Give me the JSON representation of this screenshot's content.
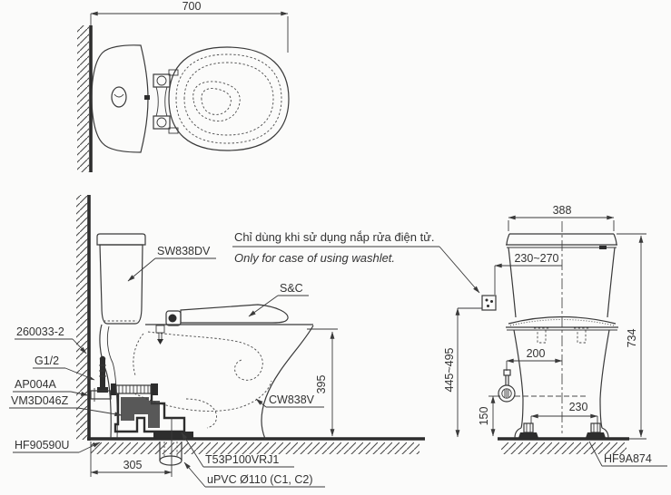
{
  "colors": {
    "line": "#3a3a3a",
    "dark_fill": "#2d2d2d",
    "background": "#fbfbfa",
    "text": "#333333"
  },
  "top_view": {
    "width_dim": "700"
  },
  "side_view": {
    "tank_label": "SW838DV",
    "wall_supply_label": "260033-2",
    "thread_label": "G1/2",
    "stop_valve_label": "AP004A",
    "gasket_label": "VM3D046Z",
    "floor_seal_label": "HF90590U",
    "seat_label": "S&C",
    "bowl_label": "CW838V",
    "outlet_socket_label": "T53P100VRJ1",
    "drain_pipe_label": "uPVC Ø110 (C1, C2)",
    "rough_in_dim": "305",
    "rim_height_dim": "395"
  },
  "front_view": {
    "tank_width_dim": "388",
    "outlet_offset_dim": "230~270",
    "total_height_dim": "734",
    "outlet_height_dim": "445~495",
    "supply_offset_dim": "200",
    "supply_height_dim": "150",
    "bolt_spacing_dim": "230",
    "bolt_cap_label": "HF9A874"
  },
  "note": {
    "vietnamese": "Chỉ dùng khi sử dụng nắp rửa điện tử.",
    "english": "Only for case of using washlet."
  }
}
